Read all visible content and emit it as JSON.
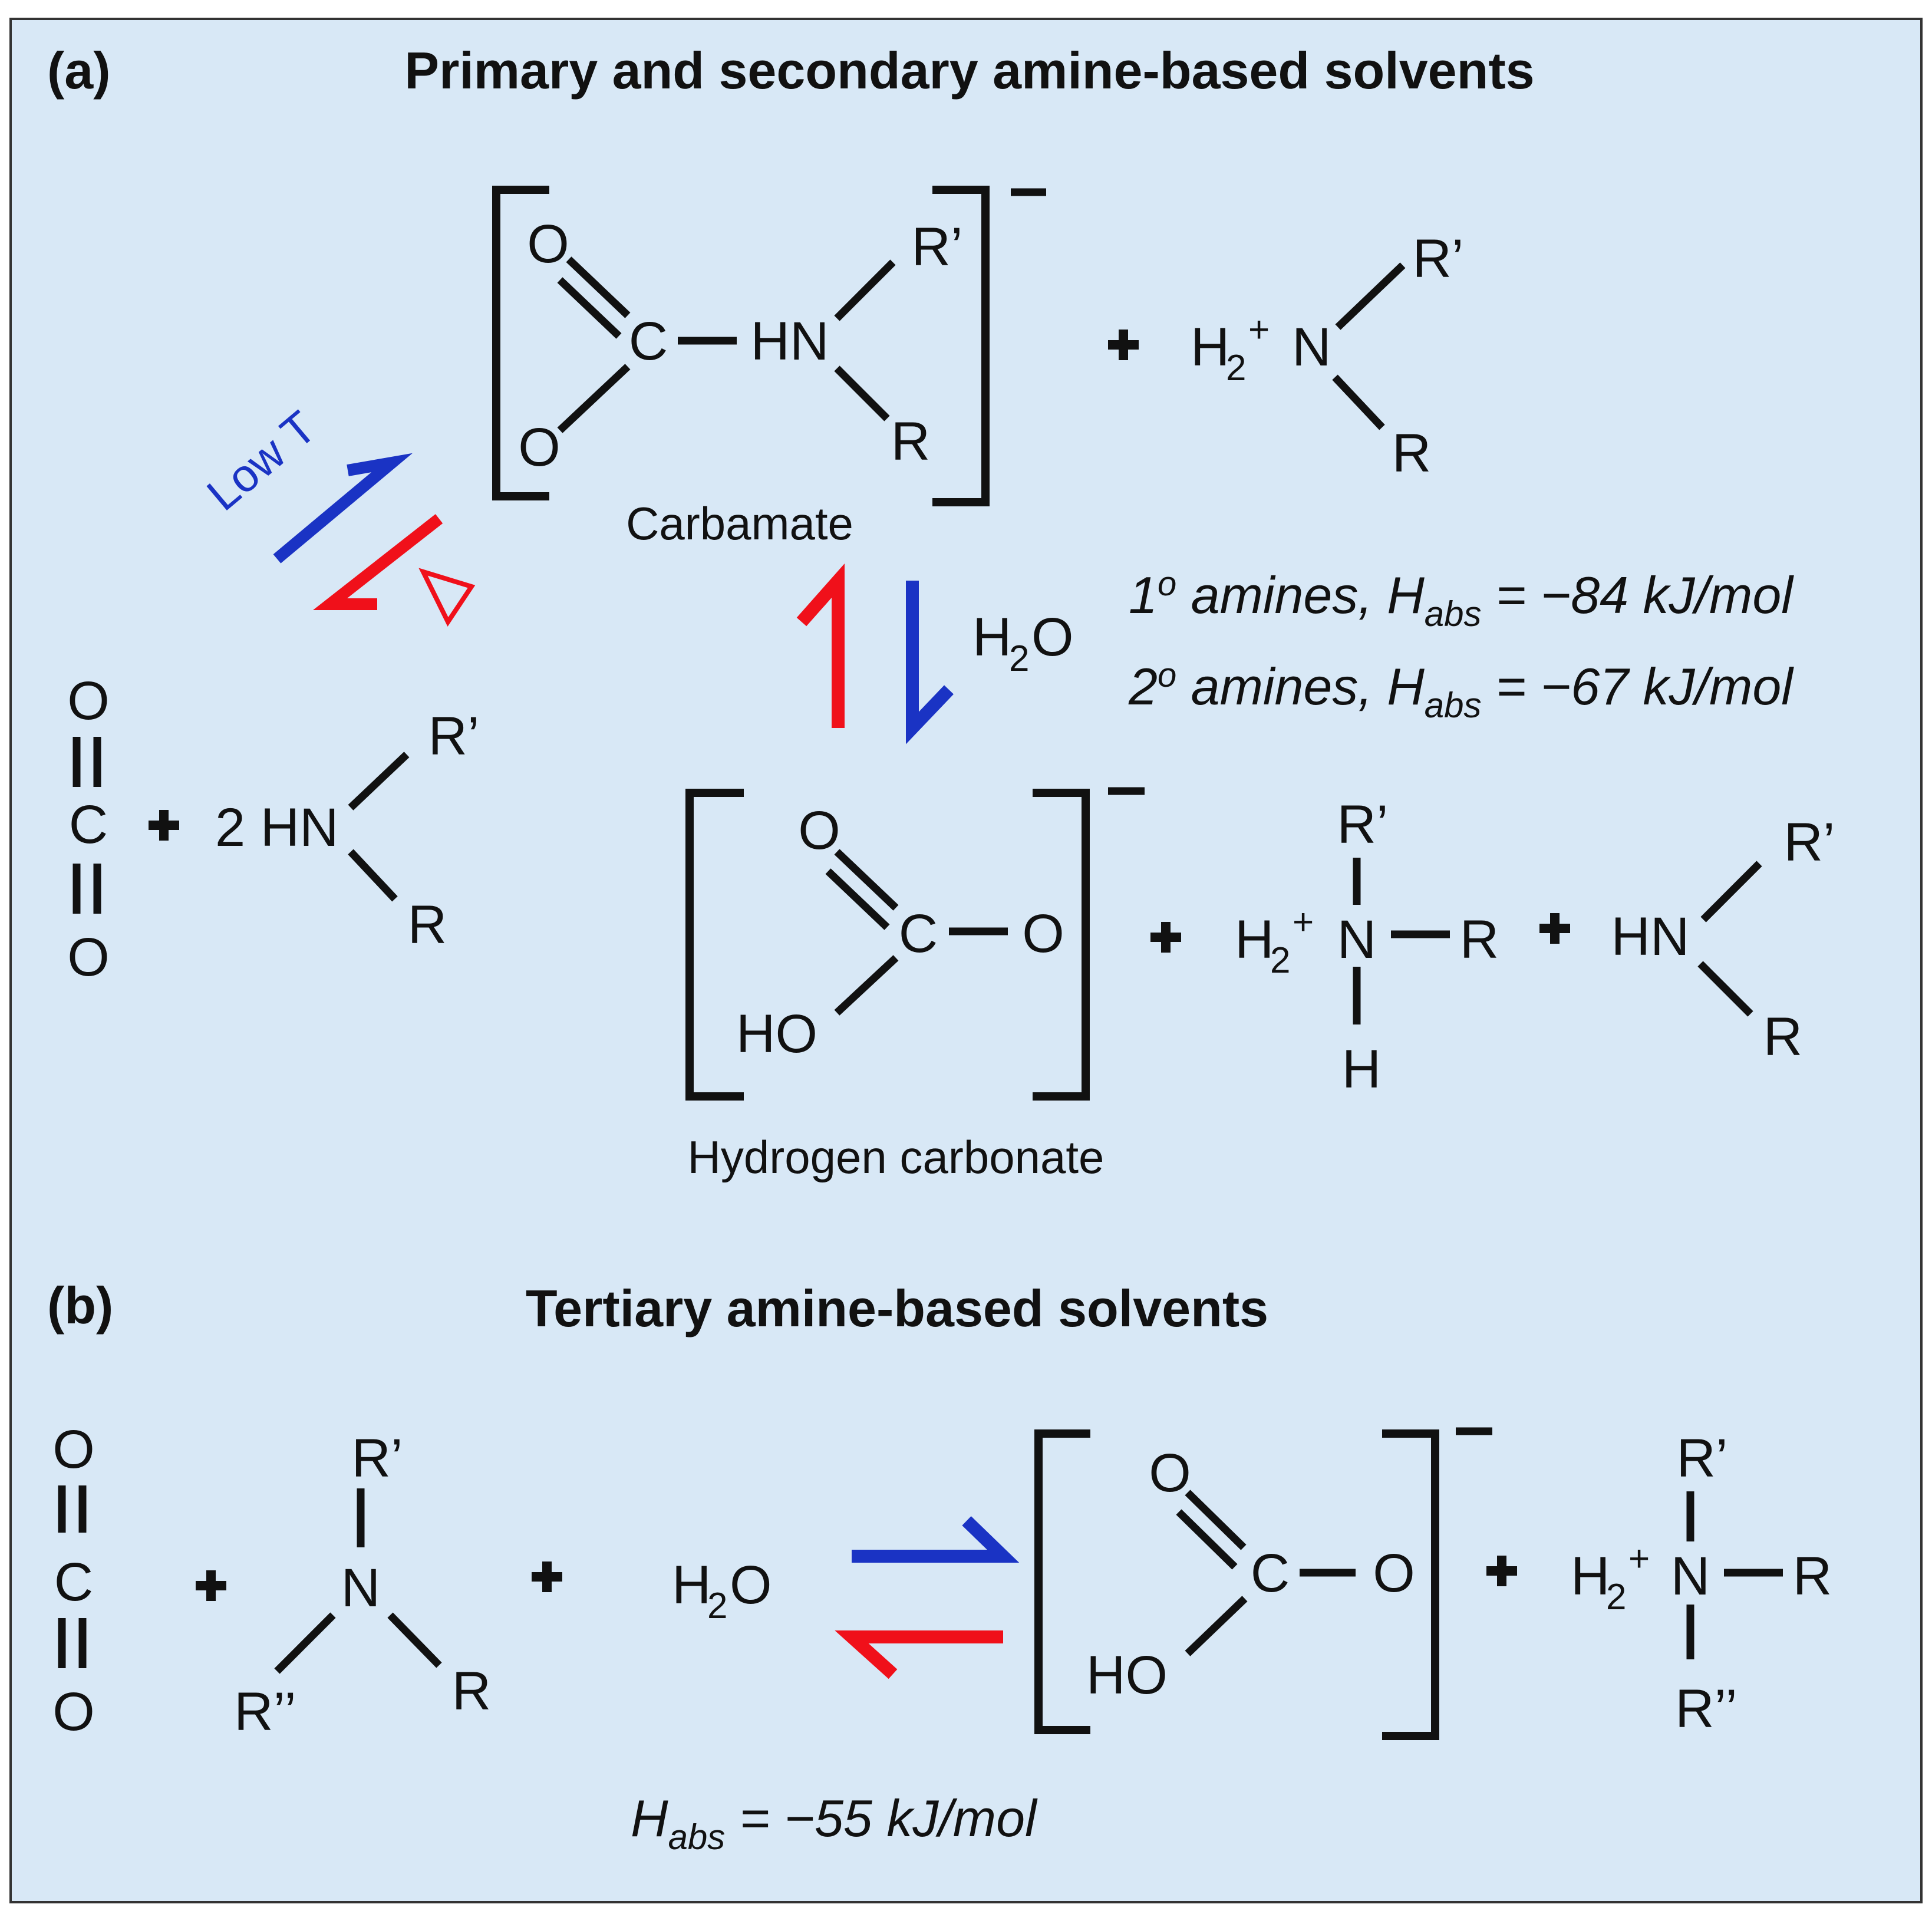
{
  "colors": {
    "background": "#d8e8f6",
    "border": "#333333",
    "forward": "#1a33c4",
    "reverse": "#f0101a",
    "ink": "#111111"
  },
  "panel_a": {
    "label": "(a)",
    "title": "Primary and secondary amine-based solvents",
    "carbamate_caption": "Carbamate",
    "bicarbonate_caption": "Hydrogen carbonate",
    "condition_forward": "Low T",
    "condition_reverse_icon": "delta-heat-icon",
    "water": "H2O",
    "energy_primary": {
      "ordinal": "1",
      "ordinal_mark": "o",
      "text": " amines, H",
      "sub": "abs",
      "value": " = −84 kJ/mol"
    },
    "energy_secondary": {
      "ordinal": "2",
      "ordinal_mark": "o",
      "text": " amines, H",
      "sub": "abs",
      "value": " = −67 kJ/mol"
    },
    "amine_reactant": "2 HN"
  },
  "panel_b": {
    "label": "(b)",
    "title": "Tertiary amine-based solvents",
    "water": "H2O",
    "energy": {
      "text": "H",
      "sub": "abs",
      "value": " = −55 kJ/mol"
    }
  },
  "atoms": {
    "O": "O",
    "C": "C",
    "N": "N",
    "HN": "HN",
    "HO": "HO",
    "H": "H",
    "R": "R",
    "R1": "R’",
    "R2": "R’’",
    "H2": "H",
    "two": "2",
    "plus_sup": "+"
  }
}
